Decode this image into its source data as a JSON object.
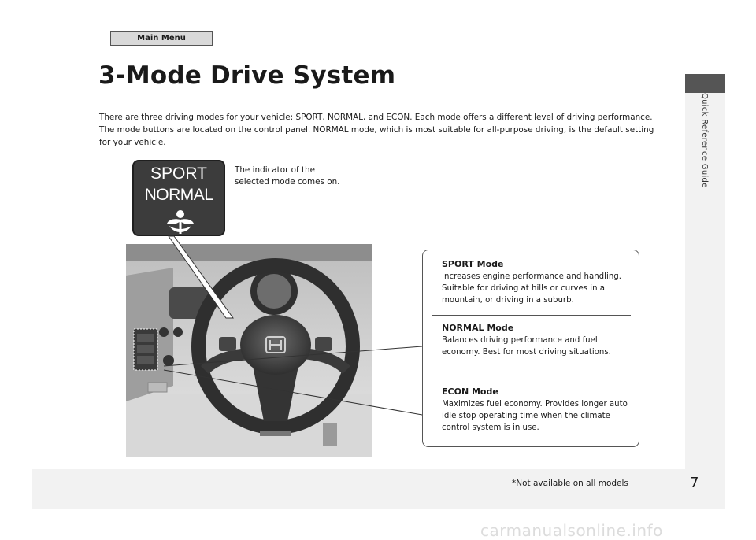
{
  "nav": {
    "main_menu_label": "Main Menu"
  },
  "header": {
    "title": "3-Mode Drive System"
  },
  "intro": {
    "text": "There are three driving modes for your vehicle: SPORT, NORMAL, and ECON. Each mode offers a different level of driving performance. The mode buttons are located on the control panel. NORMAL mode, which is most suitable for all-purpose driving, is the default setting for your vehicle."
  },
  "indicator": {
    "sport_label": "SPORT",
    "normal_label": "NORMAL",
    "icon": "econ-leaf-icon",
    "caption": "The indicator of the selected mode comes on."
  },
  "modes": [
    {
      "name": "SPORT Mode",
      "description": "Increases engine performance and handling. Suitable for driving at hills or curves in a mountain, or driving in a suburb."
    },
    {
      "name": "NORMAL Mode",
      "description": "Balances driving performance and fuel economy. Best for most driving situations."
    },
    {
      "name": "ECON Mode",
      "description": "Maximizes fuel economy. Provides longer auto idle stop operating time when the climate control system is in use."
    }
  ],
  "side": {
    "section_label": "Quick Reference Guide"
  },
  "footer": {
    "note": "*Not available on all models",
    "page_number": "7"
  },
  "watermark": {
    "text": "carmanualsonline.info"
  },
  "colors": {
    "indicator_bg": "#3c3c3c",
    "tab_dark": "#555555",
    "band_light": "#f2f2f2"
  }
}
